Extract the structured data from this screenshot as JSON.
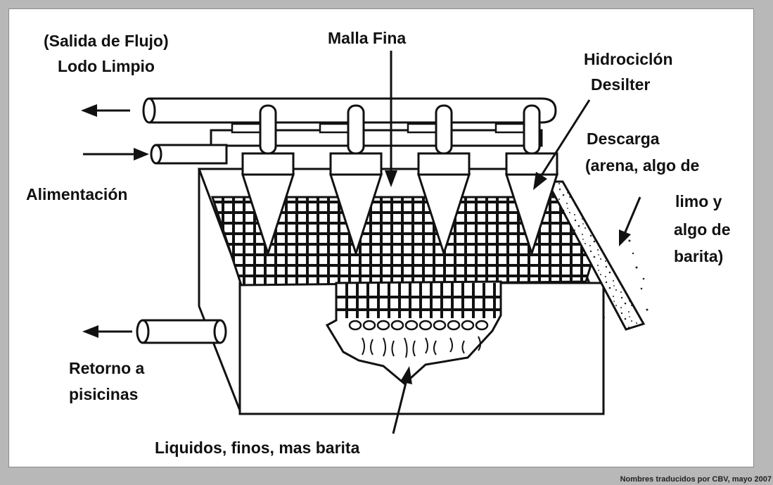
{
  "labels": {
    "outflow_line1": "(Salida de Flujo)",
    "outflow_line2": "Lodo Limpio",
    "fine_mesh": "Malla Fina",
    "hydrocyclone_line1": "Hidrociclón",
    "hydrocyclone_line2": "Desilter",
    "discharge_line1": "Descarga",
    "discharge_line2": "(arena, algo de",
    "discharge_line3": "limo y",
    "discharge_line4": "algo de",
    "discharge_line5": "barita)",
    "feed": "Alimentación",
    "return_line1": "Retorno a",
    "return_line2": "pisicinas",
    "liquids": "Liquidos, finos, mas barita"
  },
  "credit": "Nombres traducidos por CBV, mayo 2007",
  "colors": {
    "background": "#b8b8b8",
    "panel": "#ffffff",
    "ink": "#111111"
  }
}
